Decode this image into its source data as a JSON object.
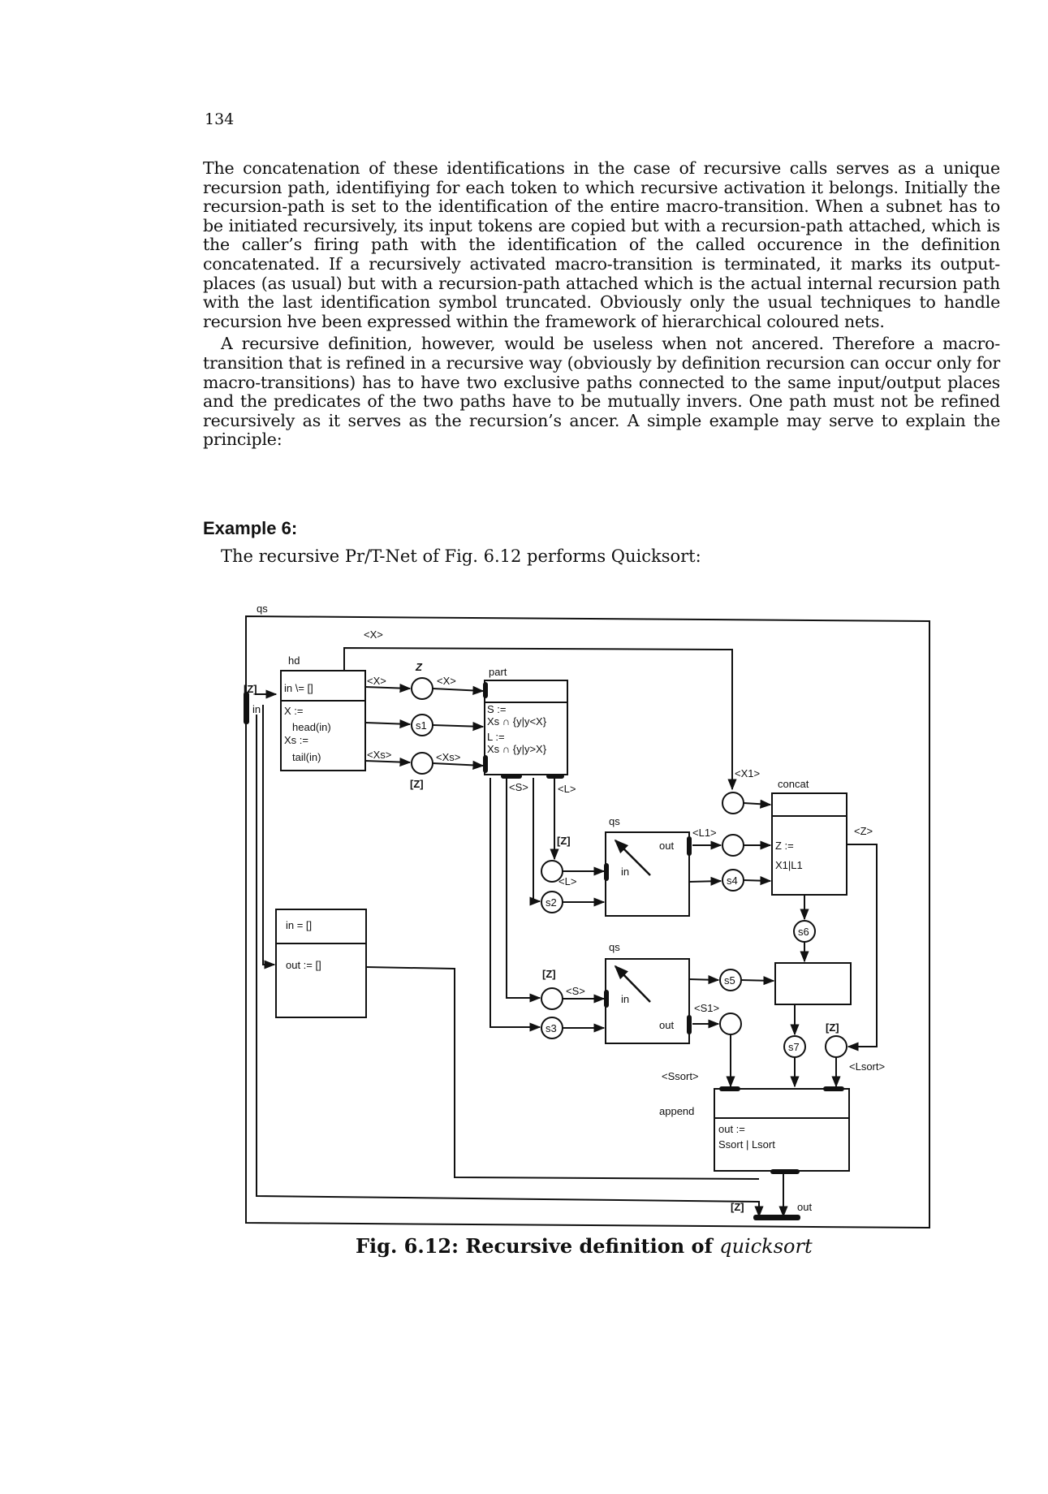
{
  "page": {
    "page_number": "134",
    "paragraphs": [
      "The concatenation of these identifications in the case of recursive calls serves as a unique recursion path, identifiying for each token to which recursive activation it belongs. Initially the recursion-path is set to the identification of the entire macro-transition. When a subnet has to be initiated recursively, its input tokens are copied but with a recursion-path attached, which is the caller’s firing path with the identification of the called occurence in the definition concatenated. If a recursively activated macro-transition is terminated, it marks its output-places (as usual) but with a recursion-path attached which is the actual internal recursion path with the last identification symbol truncated. Obviously only the usual techniques to handle recursion hve been expressed within the framework of hierarchical coloured nets.",
      "A recursive definition, however, would be useless when not ancered. Therefore a macro-transition that is refined in a recursive way (obviously by definition recursion can occur only for macro-transitions) has to have two exclusive paths connected to the same input/output places and the predicates of the two paths have to be mutually invers. One path must not be refined recursively as it serves as the recursion’s ancer. A simple example may serve to explain the principle:"
    ],
    "example_heading": "Example 6:",
    "example_intro": "The recursive Pr/T-Net of Fig. 6.12 performs Quicksort:",
    "caption": {
      "prefix": "Fig. 6.12: Recursive definition of ",
      "italic": "quicksort"
    }
  },
  "diagram": {
    "outer_label": "qs",
    "port_in": "in",
    "port_out": "out",
    "z_marker": "[Z]",
    "z_symbol": "Z",
    "hd": {
      "name": "hd",
      "guard": "in \\= []",
      "action": [
        "X :=",
        "head(in)",
        "Xs :=",
        "tail(in)"
      ]
    },
    "part": {
      "name": "part",
      "action": [
        "S :=",
        "Xs ∩  {y|y<X}",
        "L :=",
        "Xs ∩  {y|y>X}"
      ]
    },
    "base": {
      "guard": "in = []",
      "action": "out := []"
    },
    "concat": {
      "name": "concat",
      "action": [
        "Z :=",
        "X1|L1"
      ]
    },
    "qs1": {
      "name": "qs",
      "in": "in",
      "out": "out"
    },
    "qs2": {
      "name": "qs",
      "in": "in",
      "out": "out"
    },
    "append": {
      "name": "append",
      "action": [
        "out :=",
        "Ssort | Lsort"
      ]
    },
    "arc_labels": {
      "x_top": "<X>",
      "x_hd": "<X>",
      "x_part": "<X>",
      "xs_hd": "<Xs>",
      "xs_part": "<Xs>",
      "s": "<S>",
      "l": "<L>",
      "l_in": "<L>",
      "s_in": "<S>",
      "x1": "<X1>",
      "l1": "<L1>",
      "z": "<Z>",
      "s1_out": "<S1>",
      "ssort": "<Ssort>",
      "lsort": "<Lsort>"
    },
    "places": {
      "s1": "s1",
      "s2": "s2",
      "s3": "s3",
      "s4": "s4",
      "s5": "s5",
      "s6": "s6",
      "s7": "s7"
    }
  }
}
